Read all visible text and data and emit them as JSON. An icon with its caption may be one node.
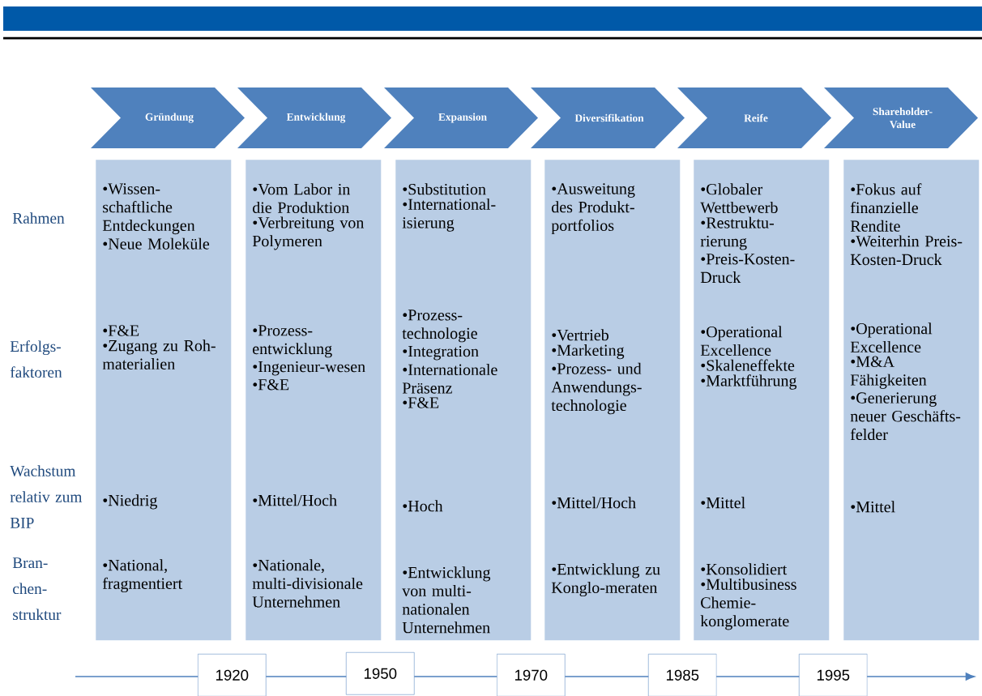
{
  "diagram": {
    "nodes": [
      {
        "text": [
          "Gründung"
        ]
      },
      {
        "text": [
          "Entwicklung"
        ]
      },
      {
        "text": [
          "Expansion"
        ]
      },
      {
        "text": [
          "Diversifikation"
        ]
      },
      {
        "text": [
          "Reife"
        ]
      },
      {
        "text": [
          "Shareholder-Value"
        ]
      },
      {
        "text": [
          "•Wissen-schaftliche Entdeckungen",
          "•Neue Moleküle",
          "•F&E",
          "•Zugang zu Roh-materialien",
          "•Niedrig",
          "•National, fragmentiert"
        ]
      },
      {
        "text": [
          "•Vom Labor in die Produktion",
          "•Verbreitung von Polymeren",
          "•Prozess-entwicklung",
          "•Ingenieur-wesen",
          "•F&E",
          "•Mittel/Hoch",
          "•Nationale, multi-divisionale Unternehmen"
        ]
      },
      {
        "text": [
          "•Substitution",
          "•International-isierung",
          "•Prozess-technologie",
          "•Integration",
          "•Internationale Präsenz",
          "•F&E",
          "•Hoch",
          "•Entwicklung von multi-nationalen Unternehmen"
        ]
      },
      {
        "text": [
          "•Ausweitung des Produkt-portfolios",
          "•Vertrieb",
          "•Marketing",
          "•Prozess- und Anwendungs-technologie",
          "•Mittel/Hoch",
          "•Entwicklung zu Konglo-meraten"
        ]
      },
      {
        "text": [
          "•Globaler Wettbewerb",
          "•Restruktu-rierung",
          "•Preis-Kosten-Druck",
          "•Operational Excellence",
          "•Skaleneffekte",
          "•Marktführung",
          "•Mittel",
          "•Konsolidiert",
          "•Multibusiness Chemie-konglomerate"
        ]
      },
      {
        "text": [
          "•Fokus auf finanzielle Rendite",
          "•Weiterhin Preis-Kosten-Druck",
          "•Operational Excellence",
          "•M&A Fähigkeiten",
          "•Generierung neuer Geschäfts-felder",
          "•Mittel"
        ]
      },
      {
        "text": [
          "1920"
        ]
      },
      {
        "text": [
          "1950"
        ]
      },
      {
        "text": [
          "1970"
        ]
      },
      {
        "text": [
          "1985"
        ]
      },
      {
        "text": [
          "1995"
        ]
      }
    ],
    "labels": [
      "Rahmen",
      "Erfolgs-faktoren",
      "Wachstum relativ zum BIP",
      "Bran-chen-struktur"
    ]
  }
}
